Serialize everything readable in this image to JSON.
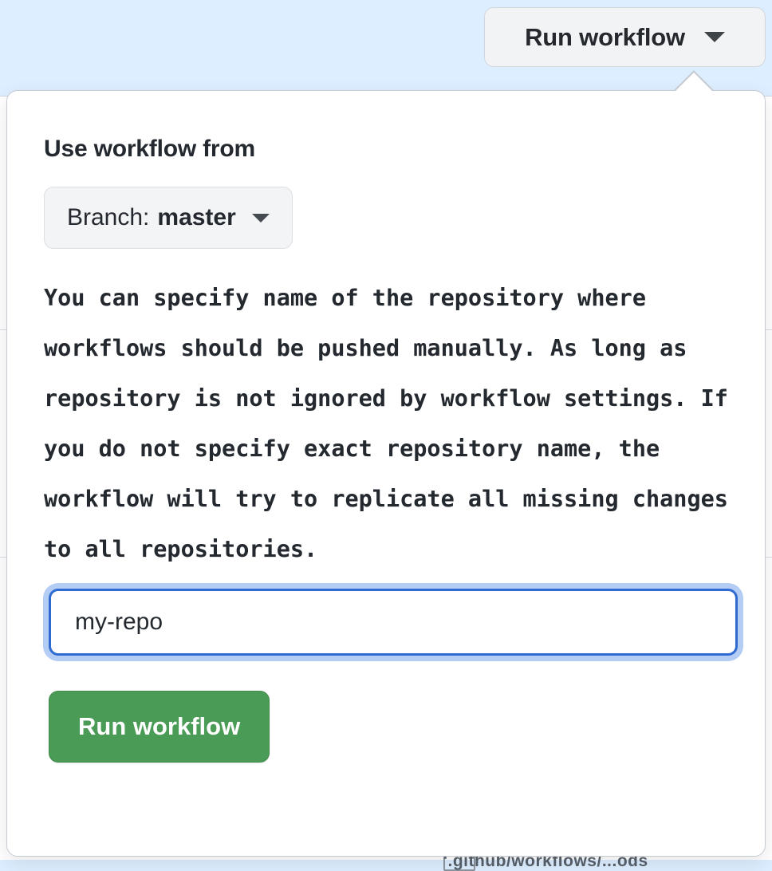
{
  "background": {
    "bottom_text": "'.github/workflows/...ods",
    "row_divider_positions": [
      405,
      690
    ]
  },
  "trigger": {
    "label": "Run workflow",
    "caret_icon": "chevron-down-icon"
  },
  "dialog": {
    "title": "Use workflow from",
    "branch_selector": {
      "prefix": "Branch:",
      "value": "master",
      "caret_icon": "chevron-down-icon"
    },
    "field": {
      "description": "You can specify name of the repository where workflows should be pushed manually. As long as repository is not ignored by workflow settings. If you do not specify exact repository name, the workflow will try to replicate all missing changes to all repositories.",
      "input_value": "my-repo",
      "input_placeholder": ""
    },
    "submit_label": "Run workflow"
  },
  "colors": {
    "page_background": "#dceeff",
    "dialog_background": "#ffffff",
    "dialog_border": "#c6cbd1",
    "text_primary": "#24292f",
    "button_neutral_bg": "#f2f3f5",
    "submit_green": "#4a9b55",
    "input_focus_border": "#2f6ad1",
    "input_focus_ring": "#b3cdf4"
  }
}
